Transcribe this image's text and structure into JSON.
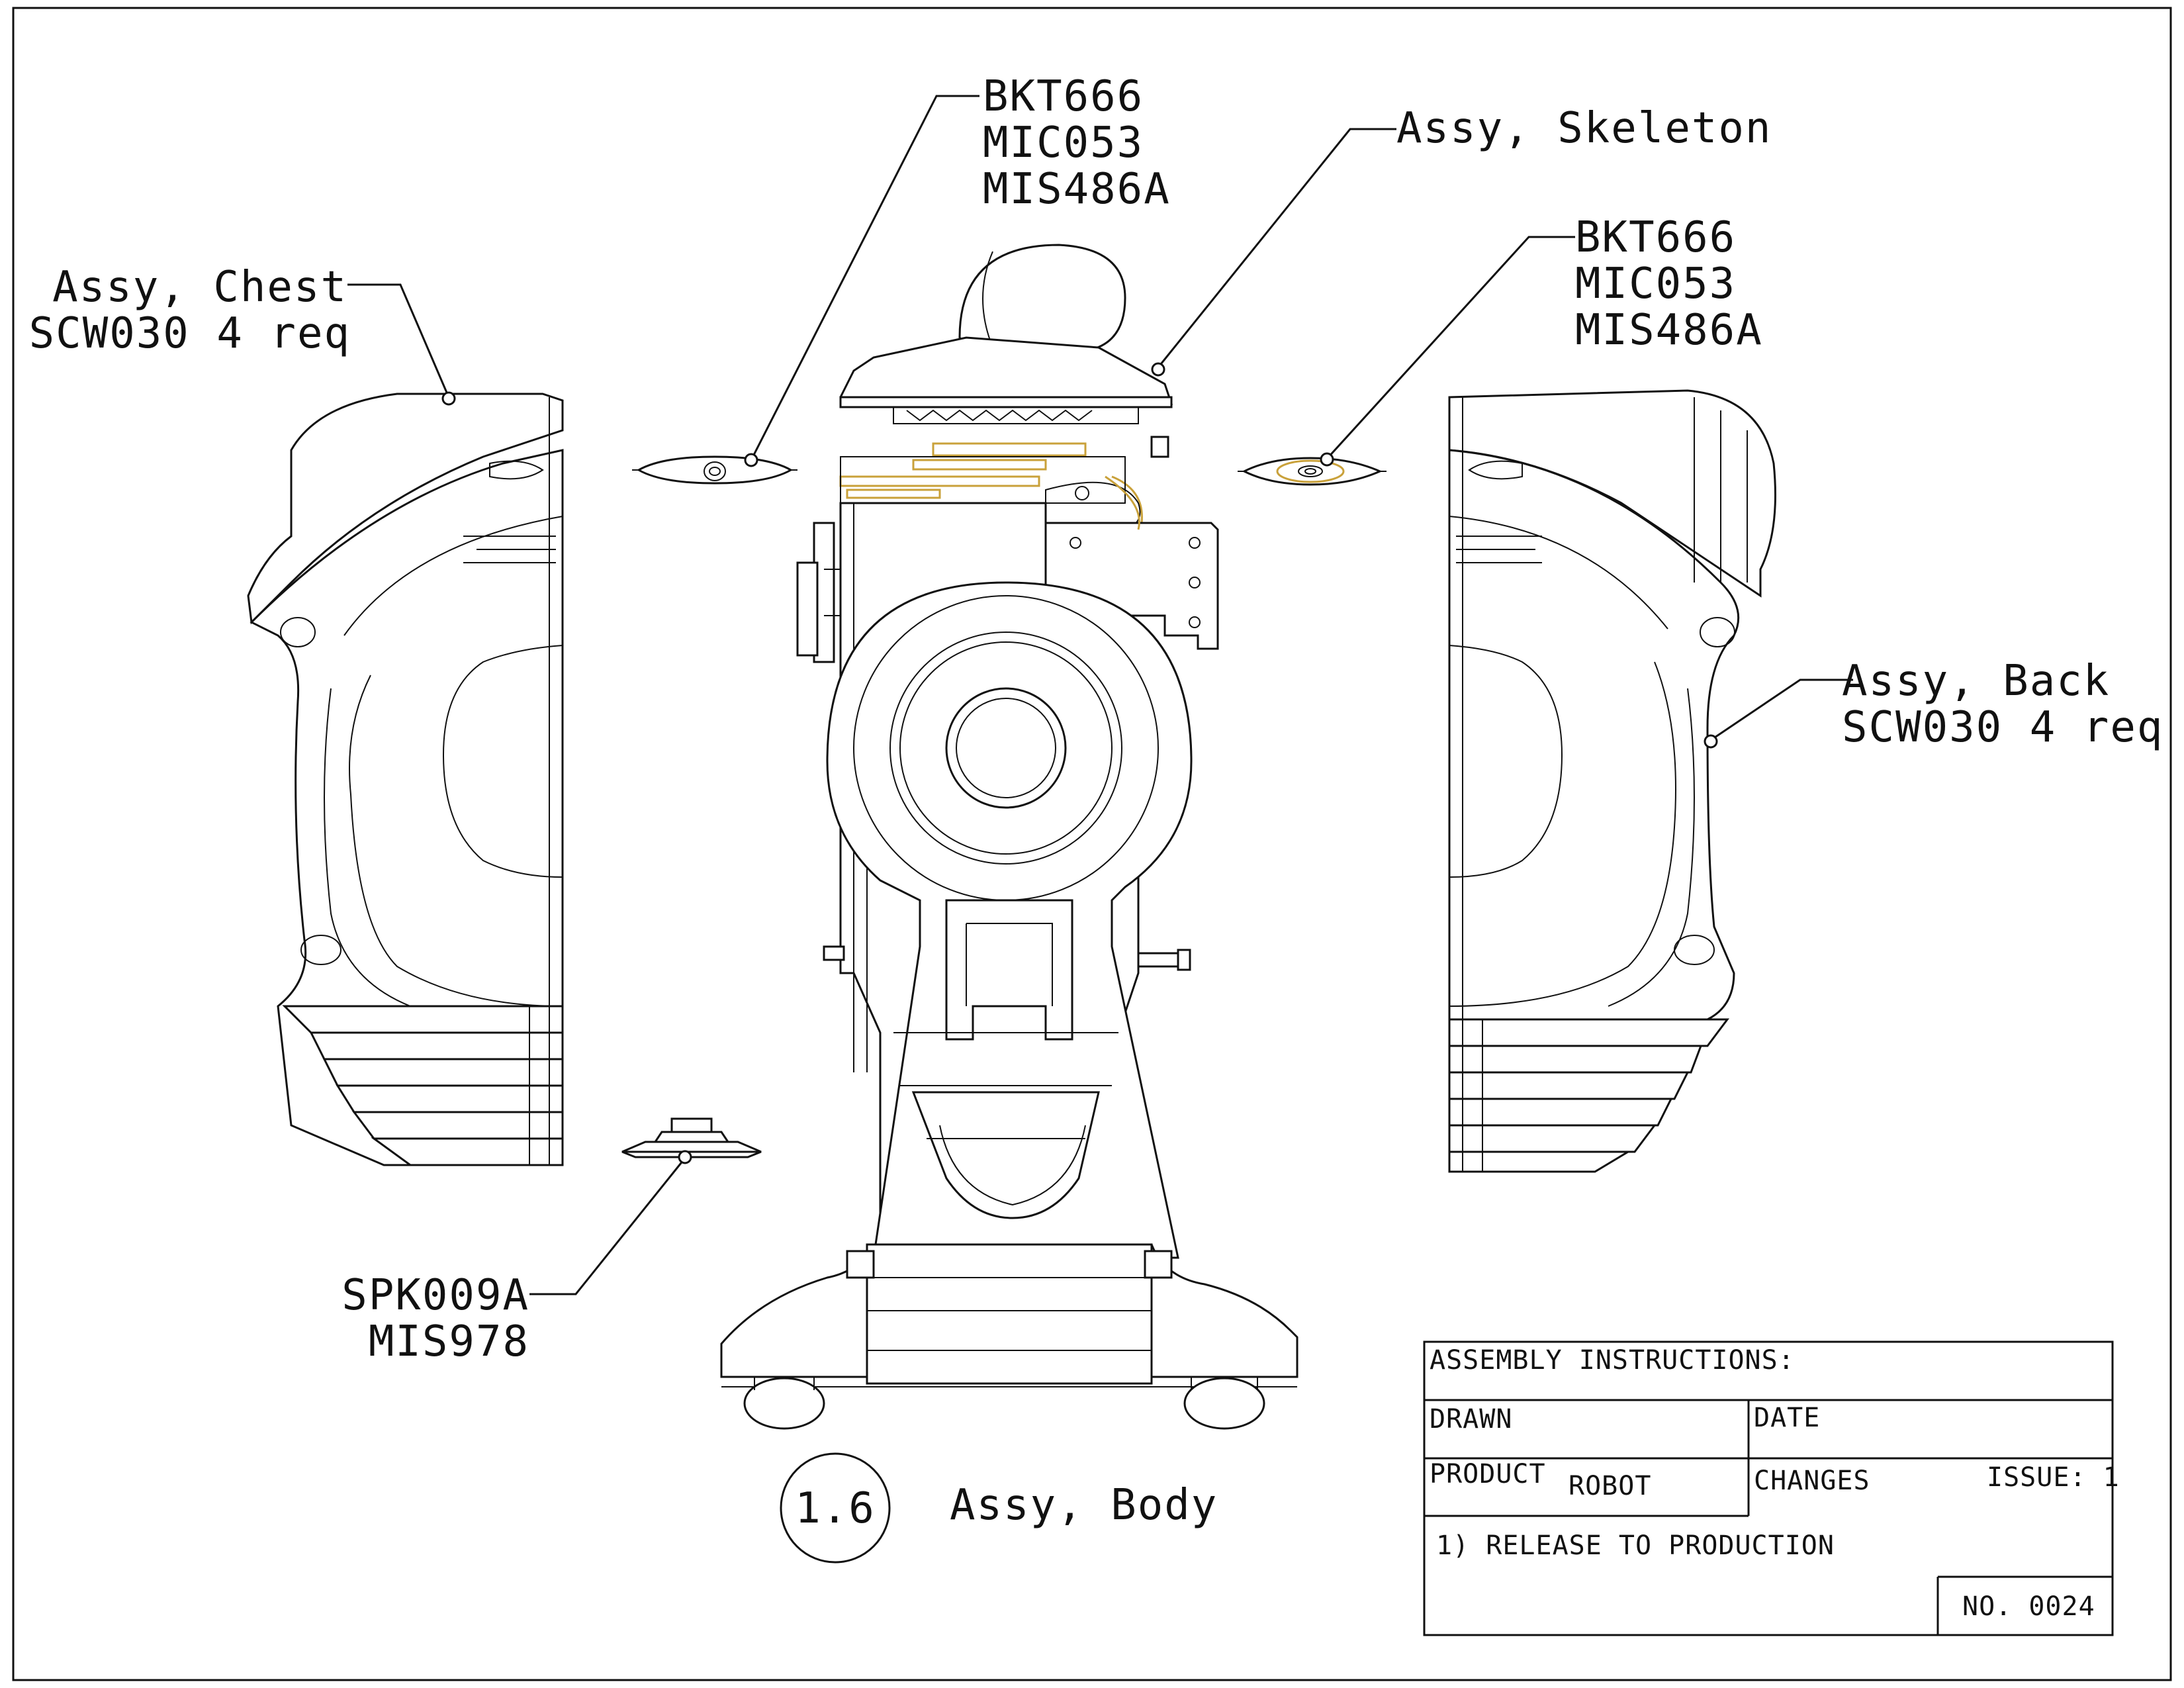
{
  "callouts": {
    "top_left": [
      "BKT666",
      "MIC053",
      "MIS486A"
    ],
    "top_right": [
      "BKT666",
      "MIC053",
      "MIS486A"
    ],
    "skeleton": "Assy, Skeleton",
    "chest": [
      "Assy, Chest",
      "SCW030 4 req"
    ],
    "back": [
      "Assy, Back",
      "SCW030 4 req"
    ],
    "speaker": [
      "SPK009A",
      "MIS978"
    ]
  },
  "view": {
    "number": "1.6",
    "title": "Assy, Body"
  },
  "title_block": {
    "assembly_instructions": "ASSEMBLY INSTRUCTIONS:",
    "drawn": "DRAWN",
    "date": "DATE",
    "product_label": "PRODUCT",
    "product_value": "ROBOT",
    "changes": "CHANGES",
    "issue": "ISSUE: 1",
    "note": "1) RELEASE TO PRODUCTION",
    "number": "NO. 0024"
  },
  "colors": {
    "line": "#111111",
    "accent": "#c9a13a",
    "paper": "#ffffff"
  }
}
